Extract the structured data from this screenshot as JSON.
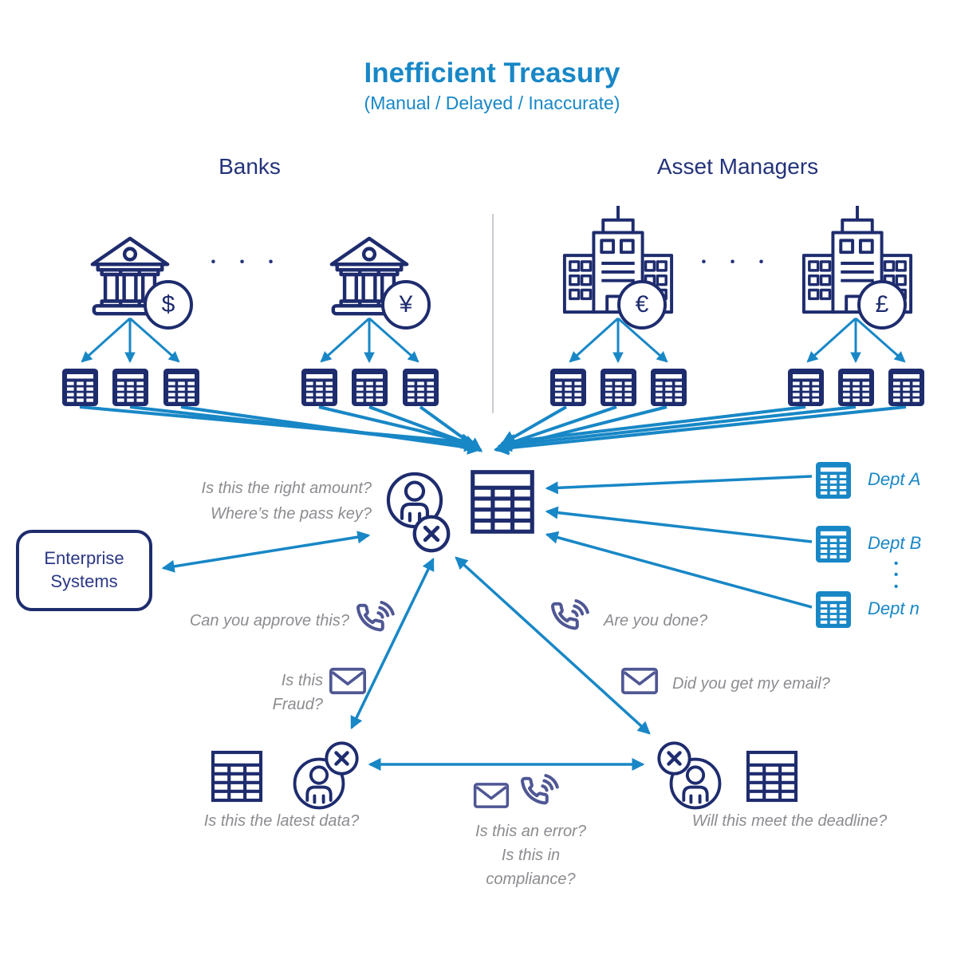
{
  "title": {
    "main": "Inefficient Treasury",
    "subtitle": "(Manual / Delayed / Inaccurate)"
  },
  "groups": {
    "banks": {
      "label": "Banks",
      "ellipsis": "• • •",
      "badges": [
        "$",
        "¥"
      ]
    },
    "asset_managers": {
      "label": "Asset Managers",
      "ellipsis": "• • •",
      "badges": [
        "€",
        "£"
      ]
    }
  },
  "enterprise": {
    "label": "Enterprise\nSystems"
  },
  "departments": {
    "a": "Dept A",
    "b": "Dept B",
    "n": "Dept n",
    "ellipsis": "•\n•\n•"
  },
  "questions": {
    "right_amount": "Is this the right amount?",
    "pass_key": "Where’s the pass key?",
    "approve": "Can you approve this?",
    "fraud": "Is this\nFraud?",
    "done": "Are you done?",
    "email": "Did you get my email?",
    "latest": "Is this the latest data?",
    "deadline": "Will this meet the deadline?",
    "error": "Is this an error?",
    "compliance": "Is this in\ncompliance?"
  },
  "colors": {
    "navy": "#1e2c6e",
    "heading": "#24337a",
    "blue": "#1887c6",
    "slate": "#4f5794",
    "gray": "#8c8c91",
    "divider": "#cbcbd1"
  }
}
